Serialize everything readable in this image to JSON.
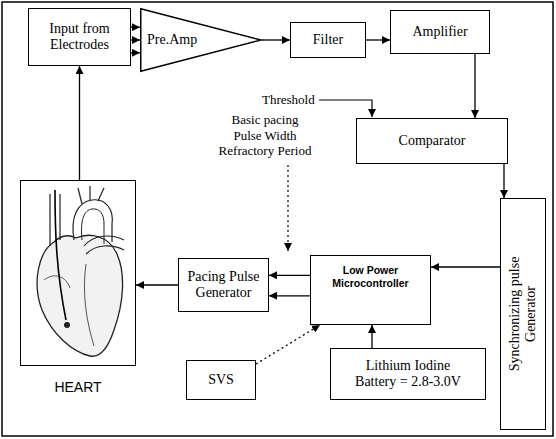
{
  "diagram": {
    "nodes": [
      {
        "text": [
          "Input from Electrodes"
        ]
      },
      {
        "text": [
          "Pre.Amp"
        ]
      },
      {
        "text": [
          "Filter"
        ]
      },
      {
        "text": [
          "Amplifier"
        ]
      },
      {
        "text": [
          "Comparator"
        ]
      },
      {
        "text": [
          "Synchronizing pulse Generator"
        ]
      },
      {
        "text": [
          "Low Power Microcontroller"
        ]
      },
      {
        "text": [
          "Pacing Pulse Generator"
        ]
      },
      {
        "text": [
          "HEART"
        ]
      },
      {
        "text": [
          "SVS"
        ]
      },
      {
        "text": [
          "Lithium Iodine Battery = 2.8-3.0V"
        ]
      }
    ],
    "edges": [
      {
        "from": 0,
        "to": 1,
        "arrow": "to"
      },
      {
        "from": 0,
        "to": 1,
        "arrow": "to"
      },
      {
        "from": 0,
        "to": 1,
        "arrow": "to"
      },
      {
        "from": 1,
        "to": 2,
        "arrow": "to"
      },
      {
        "from": 2,
        "to": 3,
        "arrow": "to"
      },
      {
        "from": 3,
        "to": 4,
        "arrow": "to"
      },
      {
        "from": 4,
        "to": 5,
        "arrow": "to"
      },
      {
        "from": 5,
        "to": 6,
        "arrow": "to"
      },
      {
        "from": 6,
        "to": 7,
        "arrow": "to"
      },
      {
        "from": 6,
        "to": 7,
        "arrow": "to"
      },
      {
        "from": 7,
        "to": 8,
        "arrow": "to"
      },
      {
        "from": 8,
        "to": 0,
        "arrow": "to"
      },
      {
        "from": 9,
        "to": 6,
        "arrow": "to"
      },
      {
        "from": 10,
        "to": 6,
        "arrow": "to"
      }
    ],
    "labels": [
      "Threshold",
      "Basic pacing Pulse Width Refractory Period"
    ]
  }
}
